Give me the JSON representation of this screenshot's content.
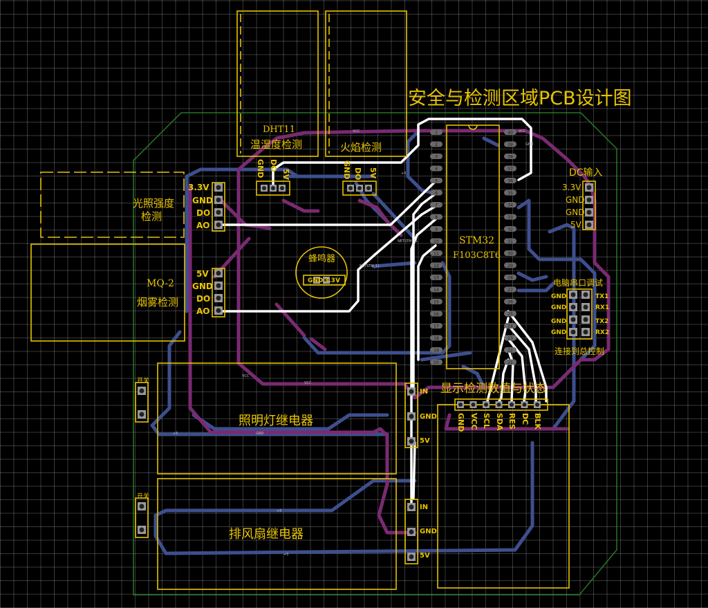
{
  "title": "安全与检测区域PCB设计图",
  "colors": {
    "silk": "#e8c400",
    "top": "#7a2a72",
    "bottom": "#3e4f8e",
    "signal": "#ffffff",
    "outline": "#2a8c2a"
  },
  "mcu": {
    "name": "STM32",
    "part": "F103C8T6"
  },
  "sensors": {
    "dht11": {
      "name": "DHT11",
      "label": "温湿度检测",
      "pins": [
        "GND",
        "DO",
        "5V"
      ]
    },
    "flame": {
      "label": "火焰检测",
      "pins": [
        "GND",
        "DO",
        "5V"
      ]
    },
    "light": {
      "label1": "光照强度",
      "label2": "检测",
      "pins": [
        "3.3V",
        "GND",
        "DO",
        "AO"
      ]
    },
    "mq2": {
      "name": "MQ-2",
      "label": "烟雾检测",
      "pins": [
        "5V",
        "GND",
        "DO",
        "AO"
      ]
    }
  },
  "buzzer": {
    "label": "蜂鸣器",
    "gnd": "GND",
    "vcc": "3.3V"
  },
  "dc_input": {
    "label": "DC输入",
    "pins": [
      "3.3V",
      "GND",
      "GND",
      "5V"
    ]
  },
  "serial": {
    "label": "电脑串口调试",
    "footer": "连接到总控制",
    "rows": [
      [
        "GND",
        "TX1"
      ],
      [
        "GND",
        "RX1"
      ],
      [
        "GND",
        "TX2"
      ],
      [
        "GND",
        "RX2"
      ]
    ]
  },
  "display": {
    "label": "显示检测数值与状态",
    "pins": [
      "GND",
      "VCC",
      "SCL",
      "SDA",
      "RES",
      "DC",
      "BLK"
    ]
  },
  "relays": [
    {
      "label": "照明灯继电器",
      "switch": "开关",
      "pins": [
        "IN",
        "GND",
        "5V"
      ]
    },
    {
      "label": "排风扇继电器",
      "switch": "开关",
      "pins": [
        "IN",
        "GND",
        "5V"
      ]
    }
  ],
  "mcu_pins_left": [
    "1",
    "2",
    "3",
    "4",
    "5",
    "6",
    "7",
    "8",
    "9",
    "10",
    "11",
    "12",
    "13",
    "14",
    "15",
    "16",
    "17",
    "18",
    "19",
    "20"
  ],
  "mcu_pins_right": [
    "40",
    "39",
    "38",
    "37",
    "36",
    "35",
    "34",
    "33",
    "32",
    "31",
    "30",
    "29",
    "28",
    "27",
    "26",
    "25",
    "24",
    "23",
    "22",
    "21"
  ]
}
